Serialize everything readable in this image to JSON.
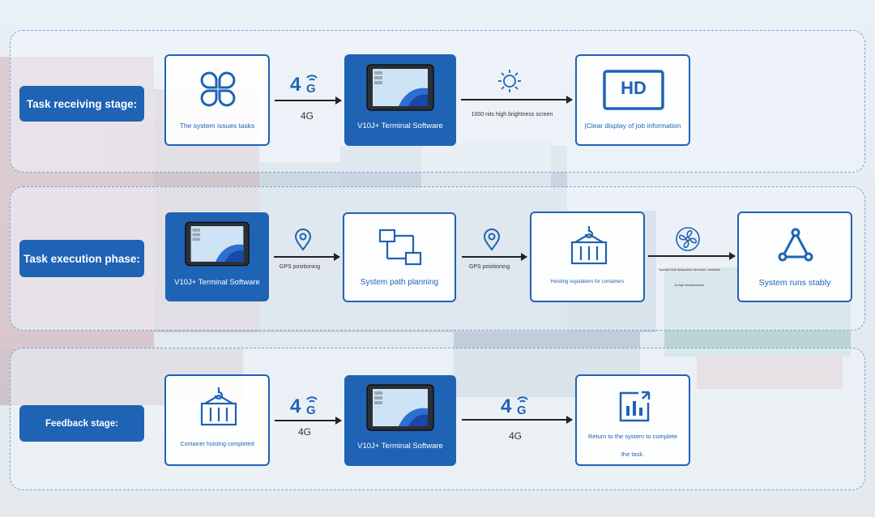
{
  "colors": {
    "primary": "#1f63b4",
    "dashed": "#6fa6d8"
  },
  "stages": {
    "receiving": {
      "label": "Task receiving stage:",
      "issue_caption": "The system issues tasks",
      "link1": "4G",
      "terminal_caption": "V10J+ Terminal Software",
      "link2": "1000 nits high brightness screen",
      "display_caption": "|Clear display of job information",
      "hd_text": "HD"
    },
    "execution": {
      "label": "Task execution phase:",
      "terminal_caption": "V10J+ Terminal Software",
      "link1": "GPS positioning",
      "path_caption": "System path planning",
      "link2": "GPS positioning",
      "hoist_caption": "Hoisting regulations for containers",
      "link3_line1": "Special heat dissipation structure, resistant",
      "link3_line2": "to high temperatures",
      "stable_caption": "System runs stably"
    },
    "feedback": {
      "label": "Feedback stage:",
      "hoist_caption": "Container hoisting completed",
      "link1": "4G",
      "terminal_caption": "V10J+ Terminal Software",
      "link2": "4G",
      "return_line1": "Return to the system to complete",
      "return_line2": "the task."
    }
  },
  "icons": [
    "clover-icon",
    "4g-signal-icon",
    "tablet-icon",
    "sun-icon",
    "hd-icon",
    "location-pin-icon",
    "flowchart-icon",
    "container-hook-icon",
    "fan-icon",
    "triangle-network-icon",
    "bar-chart-icon"
  ]
}
